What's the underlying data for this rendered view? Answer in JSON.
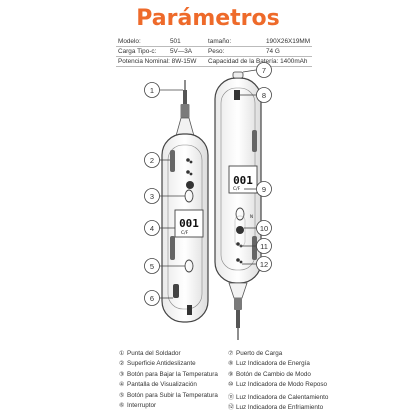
{
  "title": "Parámetros",
  "specs": [
    {
      "label": "Modelo:",
      "value": "501",
      "label2": "tamaño:",
      "value2": "190X26X19MM"
    },
    {
      "label": "Carga Tipo-c:",
      "value": "5V—3A",
      "label2": "Peso:",
      "value2": "74 G"
    },
    {
      "label": "Potencia Nominal: 8W-15W",
      "value": "",
      "label2": "Capacidad de la Batería: 1400mAh",
      "value2": ""
    }
  ],
  "display": {
    "temp_left": "001",
    "unit_left": "C/F",
    "temp_right": "001",
    "unit_right": "C/F",
    "small_mark": "N"
  },
  "callouts": [
    "1",
    "2",
    "3",
    "4",
    "5",
    "6",
    "7",
    "8",
    "9",
    "10",
    "11",
    "12"
  ],
  "legend": [
    {
      "num": "①",
      "left": "Punta del Soldador",
      "num2": "⑦",
      "right": "Puerto de Carga"
    },
    {
      "num": "②",
      "left": "Superficie Antideslizante",
      "num2": "⑧",
      "right": "Luz Indicadora de Energía"
    },
    {
      "num": "③",
      "left": "Botón para Bajar la Temperatura",
      "num2": "⑨",
      "right": "Botón de Cambio de Modo"
    },
    {
      "num": "④",
      "left": "Pantalla de Visualización",
      "num2": "⑩",
      "right": "Luz Indicadora de Modo Reposo"
    },
    {
      "num": "⑤",
      "left": "Botón para Subir la Temperatura",
      "num2": "⑪",
      "right": "Luz Indicadora de Calentamiento"
    },
    {
      "num": "⑥",
      "left": "Interruptor",
      "num2": "⑫",
      "right": "Luz Indicadora de Enfriamiento"
    }
  ],
  "colors": {
    "title": "#ee6a2a",
    "line": "#333333"
  }
}
